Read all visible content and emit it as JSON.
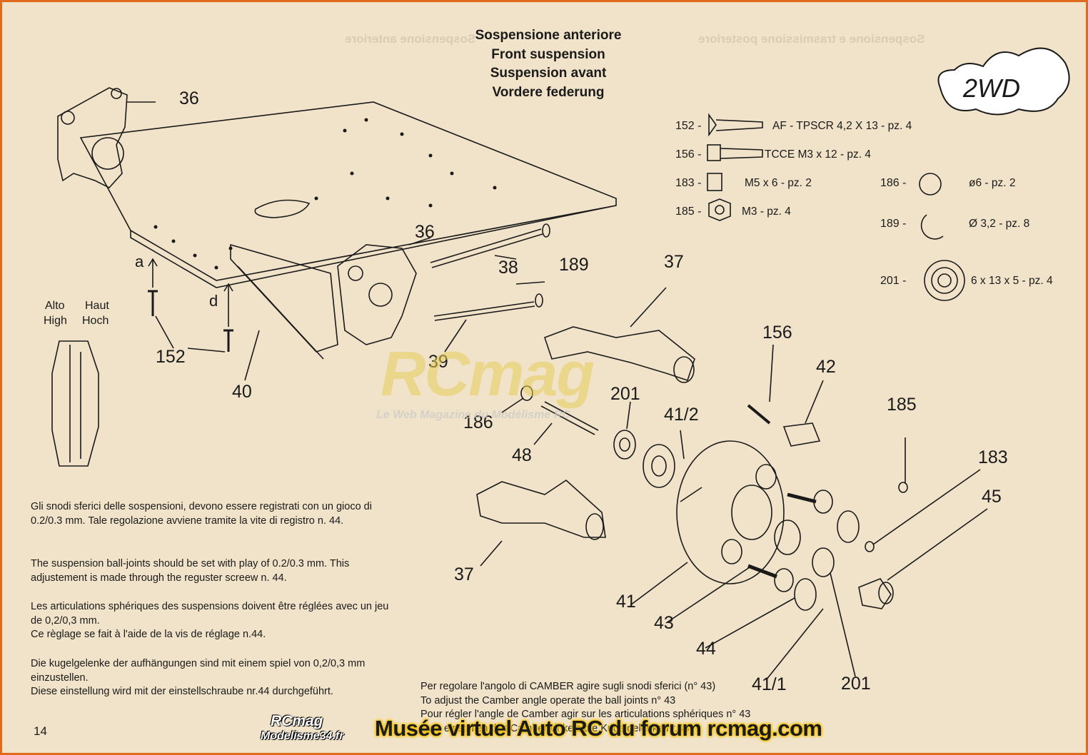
{
  "title": {
    "it": "Sospensione anteriore",
    "en": "Front suspension",
    "fr": "Suspension avant",
    "de": "Vordere federung"
  },
  "logo_text": "2WD",
  "heights": {
    "alto": "Alto",
    "haut": "Haut",
    "high": "High",
    "hoch": "Hoch"
  },
  "letters": {
    "a": "a",
    "d": "d"
  },
  "part_numbers": {
    "p36_top": "36",
    "p36_mid": "36",
    "p152": "152",
    "p40": "40",
    "p38": "38",
    "p189": "189",
    "p39": "39",
    "p37_top": "37",
    "p37_bottom": "37",
    "p156": "156",
    "p42": "42",
    "p201_a": "201",
    "p41_2": "41/2",
    "p186": "186",
    "p48": "48",
    "p185": "185",
    "p183": "183",
    "p45": "45",
    "p41": "41",
    "p43": "43",
    "p44": "44",
    "p41_1": "41/1",
    "p201_b": "201"
  },
  "legend": [
    {
      "code": "152 -",
      "desc": "AF - TPSCR 4,2 X 13 - pz. 4",
      "icon": "screw-icon"
    },
    {
      "code": "156 -",
      "desc": "TCCE M3 x 12 - pz. 4",
      "icon": "bolt-icon"
    },
    {
      "code": "183 -",
      "desc": "M5 x 6 - pz. 2",
      "icon": "grub-screw-icon"
    },
    {
      "code": "185 -",
      "desc": "M3 - pz. 4",
      "icon": "nut-icon"
    },
    {
      "code": "186 -",
      "desc": "ø6 - pz. 2",
      "icon": "circlip-icon"
    },
    {
      "code": "189 -",
      "desc": "Ø  3,2 - pz. 8",
      "icon": "e-clip-icon"
    },
    {
      "code": "201 -",
      "desc": "6 x 13 x 5 - pz. 4",
      "icon": "bearing-icon"
    }
  ],
  "instructions": {
    "it": "Gli snodi sferici delle sospensioni, devono essere registrati con un gioco di 0.2/0.3 mm. Tale regolazione avviene tramite la vite di registro n. 44.",
    "en": "The suspension ball-joints should be set with play of 0.2/0.3 mm. This adjustement is made through the reguster screew n. 44.",
    "fr_1": "Les articulations sphériques des suspensions doivent être réglées avec un jeu de 0,2/0,3 mm.",
    "fr_2": "Ce règlage se fait à l'aide de la vis de réglage n.44.",
    "de_1": "Die kugelgelenke der aufhängungen sind mit einem spiel von 0,2/0,3 mm einzustellen.",
    "de_2": "Diese einstellung wird mit der einstellschraube nr.44 durchgeführt."
  },
  "camber": {
    "it": "Per regolare l'angolo di CAMBER agire sugli  snodi sferici (n° 43)",
    "en": "To adjust the Camber  angle operate the ball joints n° 43",
    "fr": "Pour régler l'angle de Camber  agir sur les articulations sphériques n° 43",
    "de": "Zum einstellen des Camberwinkels die Kugelgelenke nr.43 ."
  },
  "page_number": "14",
  "watermark": {
    "main": "RCmag",
    "sub": "Le Web Magazine du Modélisme RC"
  },
  "footer_badge": {
    "line1": "RCmag",
    "line2": "Modelisme34.fr"
  },
  "footer_banner": "Musée virtuel Auto RC du forum rcmag.com",
  "colors": {
    "border": "#e26a1d",
    "paper": "#f1e3c9",
    "banner_glow": "#f3c30d",
    "ink": "#1a1a1a"
  }
}
